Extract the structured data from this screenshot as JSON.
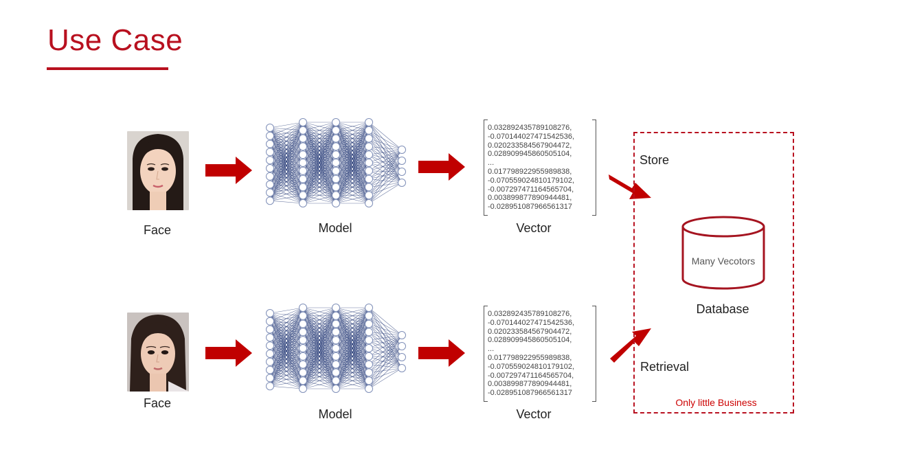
{
  "title": "Use Case",
  "accent_color": "#b8101f",
  "rows": [
    {
      "face_label": "Face",
      "model_label": "Model",
      "vector_label": "Vector",
      "vector_lines": [
        "0.032892435789108276,",
        "-0.070144027471542536,",
        "0.020233584567904472,",
        "0.028909945860505104,",
        "...",
        "0.017798922955989838,",
        "-0.070559024810179102,",
        "-0.007297471164565704,",
        "0.003899877890944481,",
        "-0.028951087966561317"
      ]
    },
    {
      "face_label": "Face",
      "model_label": "Model",
      "vector_label": "Vector",
      "vector_lines": [
        "0.032892435789108276,",
        "-0.070144027471542536,",
        "0.020233584567904472,",
        "0.028909945860505104,",
        "...",
        "0.017798922955989838,",
        "-0.070559024810179102,",
        "-0.007297471164565704,",
        "0.003899877890944481,",
        "-0.028951087966561317"
      ]
    }
  ],
  "store_label": "Store",
  "retrieval_label": "Retrieval",
  "database": {
    "inner_text": "Many Vecotors",
    "label": "Database",
    "box_caption": "Only little Business"
  }
}
